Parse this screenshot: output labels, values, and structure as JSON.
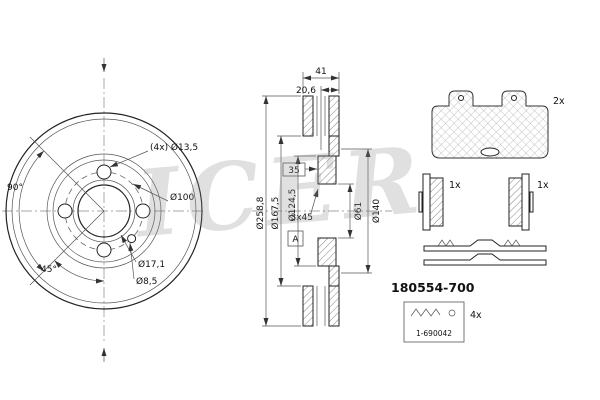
{
  "watermark": "ICER",
  "disc_front_view": {
    "bolt_holes_dim": "(4x) Ø13,5",
    "bolt_circle_dim": "Ø100",
    "hub_hole_dim": "Ø17,1",
    "pin_hole_dim": "Ø8,5",
    "angle_left": "90°",
    "angle_bottom": "45°"
  },
  "disc_section_view": {
    "total_width": "41",
    "hat_offset": "20,6",
    "flange_height": "35",
    "chamfer": "3x45",
    "section_label": "A",
    "outer_diameter": "Ø258,8",
    "friction_inner_diameter": "Ø167,5",
    "hat_diameter": "Ø124,5",
    "bore_diameter": "Ø61",
    "pilot_diameter": "Ø140"
  },
  "pad_set": {
    "pad_qty": "2x",
    "left_pad_qty": "1x",
    "right_pad_qty": "1x",
    "part_number": "180554-700",
    "accessory_qty": "4x",
    "accessory_ref": "1-690042"
  }
}
